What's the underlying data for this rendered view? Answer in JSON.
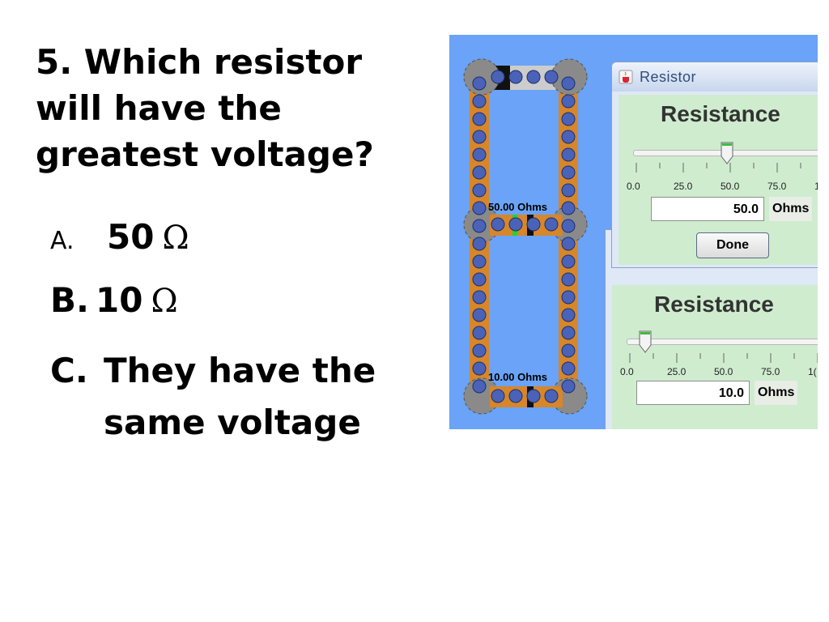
{
  "question": {
    "line1": "5. Which resistor",
    "line2": "will have the",
    "line3": "greatest voltage?"
  },
  "options": [
    {
      "letter": "A.",
      "value": "50",
      "unit": "Ω"
    },
    {
      "letter": "B.",
      "value": "10",
      "unit": "Ω"
    },
    {
      "letter": "C.",
      "text_line1": "They have the",
      "text_line2": "same voltage"
    }
  ],
  "circuit": {
    "resistor_top_label": "50.00 Ohms",
    "resistor_bottom_label": "10.00 Ohms"
  },
  "dialog_top": {
    "title": "Resistor",
    "heading": "Resistance",
    "ticks": [
      "0.0",
      "25.0",
      "50.0",
      "75.0",
      "1"
    ],
    "value": "50.0",
    "unit": "Ohms",
    "button": "Done",
    "slider_fraction": 0.5
  },
  "dialog_bottom": {
    "heading": "Resistance",
    "ticks": [
      "0.0",
      "25.0",
      "50.0",
      "75.0",
      "1("
    ],
    "value": "10.0",
    "unit": "Ohms",
    "slider_fraction": 0.1
  },
  "colors": {
    "sim_background": "#6aa3f7",
    "wire": "#d7862a",
    "electron": "#4a63b8",
    "panel_green": "#cfeccf"
  }
}
